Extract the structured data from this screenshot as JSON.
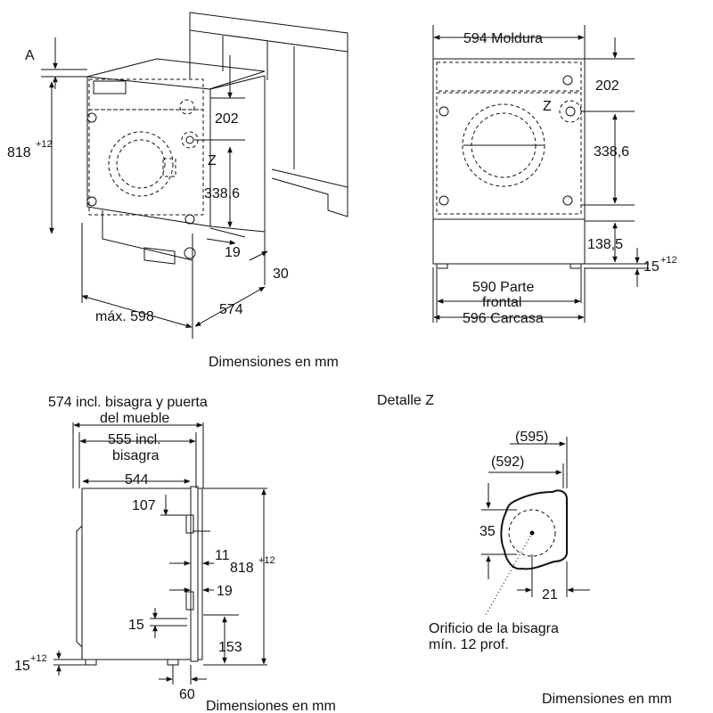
{
  "top_left": {
    "label_a": "A",
    "height": "818",
    "height_tol": "+12",
    "d202": "202",
    "z": "Z",
    "d338": "338,6",
    "d19": "19",
    "d30": "30",
    "d574": "574",
    "width": "máx. 598",
    "caption": "Dimensiones en mm"
  },
  "top_right": {
    "moldura": "594 Moldura",
    "d202": "202",
    "z": "Z",
    "d338": "338,6",
    "d138": "138,5",
    "feet": "15",
    "feet_tol": "+12",
    "front_1": "590 Parte",
    "front_2": "frontal",
    "carcasa": "596 Carcasa"
  },
  "bottom_left": {
    "depth_1": "574 incl. bisagra y puerta",
    "depth_2": "del mueble",
    "hinge_1": "555 incl.",
    "hinge_2": "bisagra",
    "d544": "544",
    "d107": "107",
    "d11": "11",
    "height": "818",
    "height_tol": "+12",
    "d19": "19",
    "d15": "15",
    "d153": "153",
    "feet": "15",
    "feet_tol": "+12",
    "d60": "60",
    "caption": "Dimensiones en mm"
  },
  "detail_z": {
    "title": "Detalle Z",
    "d595": "(595)",
    "d592": "(592)",
    "d35": "35",
    "d21": "21",
    "note_1": "Orificio de la bisagra",
    "note_2": "mín. 12 prof.",
    "caption": "Dimensiones en mm"
  }
}
